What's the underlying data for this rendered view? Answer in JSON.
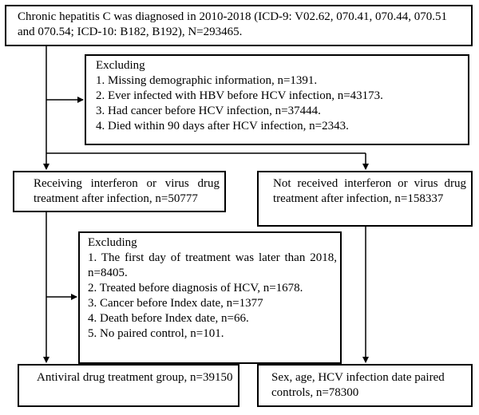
{
  "flowchart": {
    "top_box": "Chronic hepatitis C was diagnosed in 2010-2018 (ICD-9: V02.62, 070.41, 070.44, 070.51 and 070.54; ICD-10: B182, B192), N=293465.",
    "exclusion1": {
      "heading": "Excluding",
      "items": [
        "1. Missing demographic information, n=1391.",
        "2. Ever infected with HBV before HCV infection, n=43173.",
        "3. Had cancer before HCV infection, n=37444.",
        "4. Died within 90 days after HCV infection, n=2343."
      ]
    },
    "treated_box": "Receiving interferon or virus drug treatment after infection, n=50777",
    "untreated_box": "Not received interferon or virus drug treatment after infection, n=158337",
    "exclusion2": {
      "heading": "Excluding",
      "items": [
        "1. The first day of treatment was later than 2018, n=8405.",
        "2. Treated before diagnosis of HCV, n=1678.",
        "3. Cancer before Index date, n=1377",
        "4. Death before Index date, n=66.",
        "5. No paired control, n=101."
      ]
    },
    "antiviral_group_box": "Antiviral drug treatment group, n=39150",
    "controls_box": "Sex, age, HCV infection date paired controls, n=78300"
  }
}
